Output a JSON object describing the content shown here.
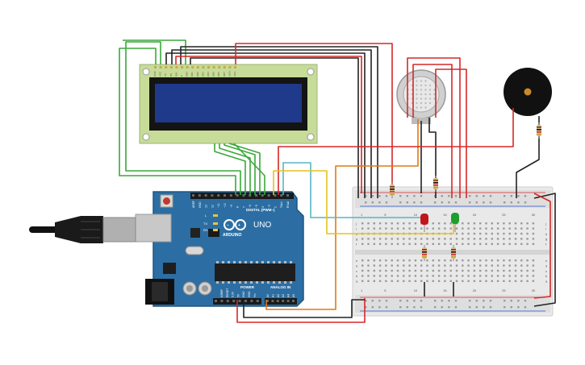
{
  "arduino": {
    "logo": "ARDUINO",
    "model": "UNO",
    "digital_label": "DIGITAL (PWM~)",
    "power_label": "POWER",
    "analog_label": "ANALOG IN",
    "led_labels": [
      "L",
      "TX",
      "RX"
    ],
    "header_top_labels": [
      "AREF",
      "GND",
      "13",
      "12",
      "~11",
      "~10",
      "~9",
      "8",
      "7",
      "~6",
      "~5",
      "4",
      "~3",
      "2",
      "TX▸1",
      "RX◂0"
    ],
    "header_power_labels": [
      "IOREF",
      "RESET",
      "3.3V",
      "5V",
      "GND",
      "GND",
      "Vin"
    ],
    "header_analog_labels": [
      "A0",
      "A1",
      "A2",
      "A3",
      "A4",
      "A5"
    ]
  },
  "lcd": {
    "pin_labels": [
      "GND",
      "VCC",
      "V0",
      "RS",
      "RW",
      "E",
      "DB0",
      "DB1",
      "DB2",
      "DB3",
      "DB4",
      "DB5",
      "DB6",
      "DB7",
      "LED+",
      "LED-"
    ]
  },
  "breadboard": {
    "col_labels": [
      "1",
      "5",
      "10",
      "15",
      "20",
      "25",
      "30"
    ],
    "row_labels_top": [
      "j",
      "i",
      "h",
      "g",
      "f"
    ],
    "row_labels_bottom": [
      "e",
      "d",
      "c",
      "b",
      "a"
    ]
  },
  "colors": {
    "board": "#2c6ea3",
    "lcd_pcb": "#c6dc98",
    "lcd_screen": "#1f3a8a",
    "wire_red": "#d62828",
    "wire_black": "#222222",
    "wire_green": "#3aa83a",
    "wire_orange": "#e07a10",
    "wire_yellow": "#e8c21a",
    "wire_cyan": "#56b6c6",
    "led_red": "#c0161a",
    "led_green": "#1e9e2e"
  }
}
